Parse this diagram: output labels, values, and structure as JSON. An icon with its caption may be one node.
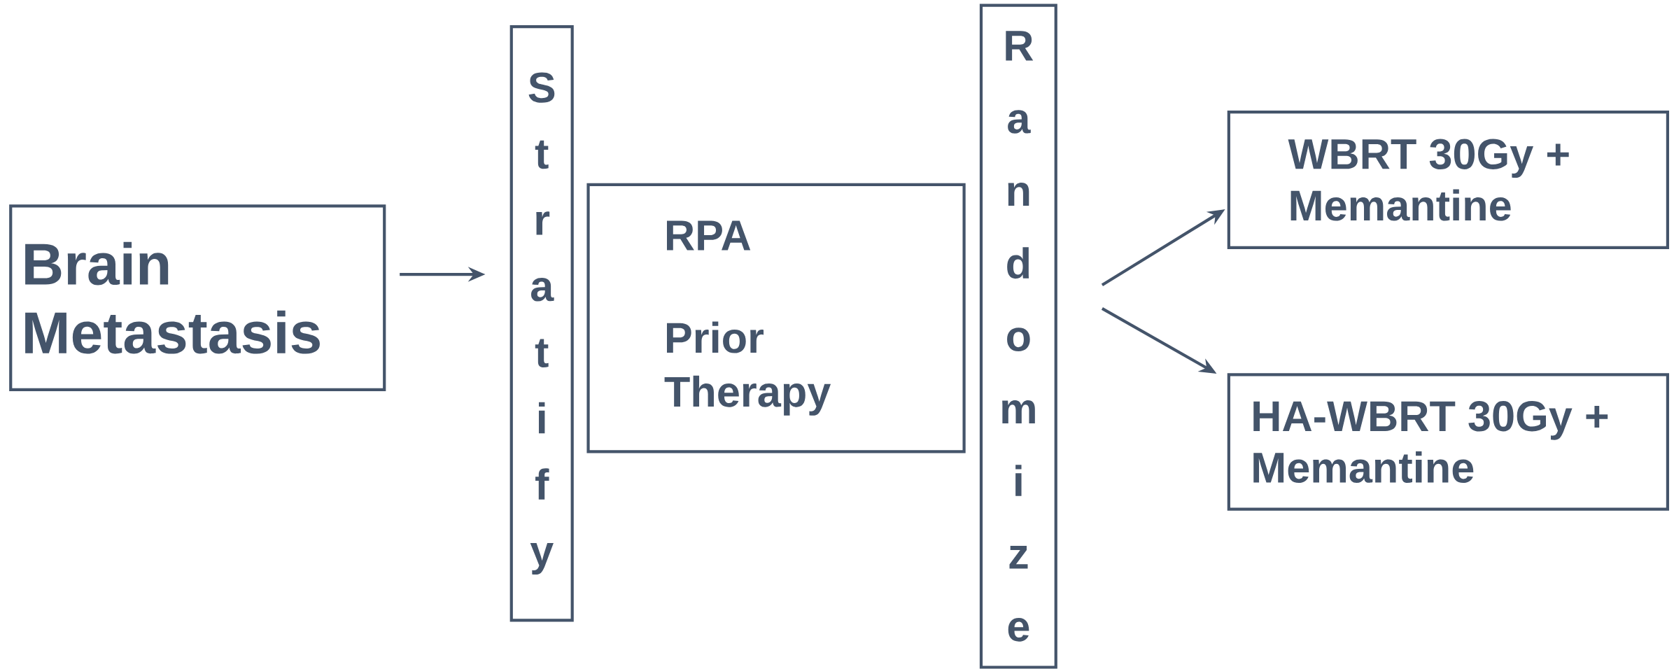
{
  "diagram": {
    "nodes": [
      {
        "text": [
          "Brain Metastasis"
        ]
      },
      {
        "text": [
          "Stratify"
        ]
      },
      {
        "text": [
          "RPA",
          "Prior Therapy"
        ]
      },
      {
        "text": [
          "Randomize"
        ]
      },
      {
        "text": [
          "WBRT 30Gy + Memantine"
        ]
      },
      {
        "text": [
          "HA-WBRT 30Gy + Memantine"
        ]
      }
    ],
    "edges": [
      {
        "from": 0,
        "to": 1,
        "arrow": "to"
      },
      {
        "from": 3,
        "to": 4,
        "arrow": "to"
      },
      {
        "from": 3,
        "to": 5,
        "arrow": "to"
      }
    ]
  }
}
